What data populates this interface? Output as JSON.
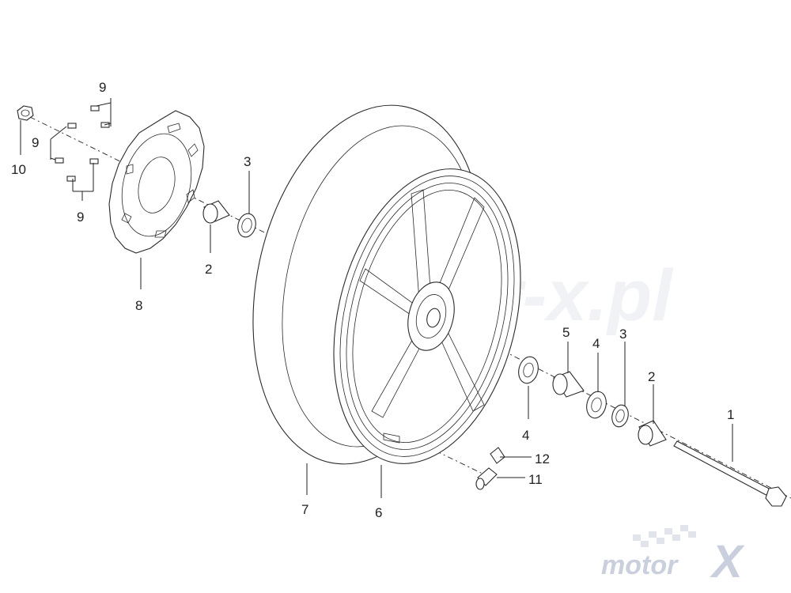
{
  "diagram": {
    "callouts": {
      "c1": "1",
      "c2a": "2",
      "c2b": "2",
      "c3a": "3",
      "c3b": "3",
      "c4a": "4",
      "c4b": "4",
      "c5": "5",
      "c6": "6",
      "c7": "7",
      "c8": "8",
      "c9a": "9",
      "c9b": "9",
      "c9c": "9",
      "c10": "10",
      "c11": "11",
      "c12": "12"
    },
    "watermark": {
      "center_text": "motor-x.pl",
      "logo_text": "motor",
      "logo_mark": "X"
    },
    "colors": {
      "line": "#2a2a2a",
      "watermark": "#d9dde6",
      "logo_text": "#c9cfdc",
      "logo_mark": "#c9cfdc"
    }
  }
}
